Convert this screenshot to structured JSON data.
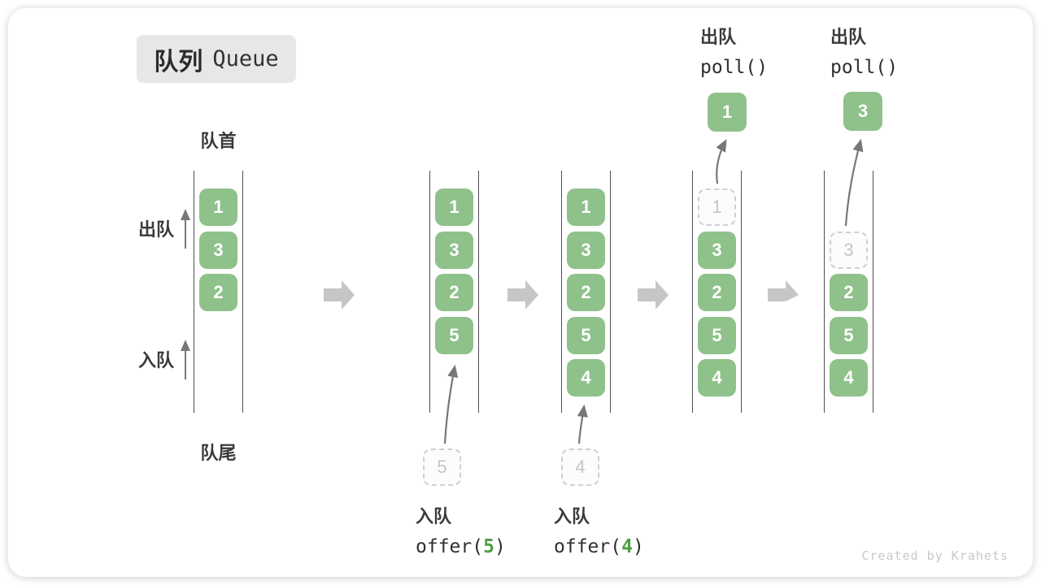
{
  "title": {
    "zh": "队列",
    "en": "Queue"
  },
  "side_labels": {
    "front": "队首",
    "rear": "队尾",
    "dequeue": "出队",
    "enqueue": "入队"
  },
  "watermark": "Created by Krahets",
  "colors": {
    "box_green": "#8fc18a",
    "accent_green": "#4e9e46",
    "ghost_border": "#cfcfcf",
    "ghost_text": "#c5c5c5",
    "wall_line": "#4f4f4f",
    "block_arrow": "#c6c6c6",
    "thin_arrow": "#777777",
    "label_text": "#3a3a3a",
    "code_text": "#2f2f2f",
    "title_bg": "#e7e7e7",
    "watermark_text": "#c9c9c9"
  },
  "queues": [
    {
      "name": "state-initial",
      "slots": [
        {
          "v": "1",
          "row": 0
        },
        {
          "v": "3",
          "row": 1
        },
        {
          "v": "2",
          "row": 2
        }
      ]
    },
    {
      "name": "state-after-offer-5",
      "slots": [
        {
          "v": "1",
          "row": 0
        },
        {
          "v": "3",
          "row": 1
        },
        {
          "v": "2",
          "row": 2
        },
        {
          "v": "5",
          "row": 3
        }
      ],
      "pending": "5",
      "op": {
        "label": "入队",
        "call_prefix": "offer(",
        "call_arg": "5",
        "call_suffix": ")"
      }
    },
    {
      "name": "state-after-offer-4",
      "slots": [
        {
          "v": "1",
          "row": 0
        },
        {
          "v": "3",
          "row": 1
        },
        {
          "v": "2",
          "row": 2
        },
        {
          "v": "5",
          "row": 3
        },
        {
          "v": "4",
          "row": 4
        }
      ],
      "pending": "4",
      "op": {
        "label": "入队",
        "call_prefix": "offer(",
        "call_arg": "4",
        "call_suffix": ")"
      }
    },
    {
      "name": "state-poll-1",
      "slots": [
        {
          "v": "1",
          "row": 0,
          "ghost": true
        },
        {
          "v": "3",
          "row": 1
        },
        {
          "v": "2",
          "row": 2
        },
        {
          "v": "5",
          "row": 3
        },
        {
          "v": "4",
          "row": 4
        }
      ],
      "popped": "1",
      "op": {
        "label": "出队",
        "call_prefix": "poll()",
        "call_arg": "",
        "call_suffix": ""
      }
    },
    {
      "name": "state-poll-3",
      "slots": [
        {
          "v": "3",
          "row": 1,
          "ghost": true
        },
        {
          "v": "2",
          "row": 2
        },
        {
          "v": "5",
          "row": 3
        },
        {
          "v": "4",
          "row": 4
        }
      ],
      "popped": "3",
      "op": {
        "label": "出队",
        "call_prefix": "poll()",
        "call_arg": "",
        "call_suffix": ""
      }
    }
  ]
}
